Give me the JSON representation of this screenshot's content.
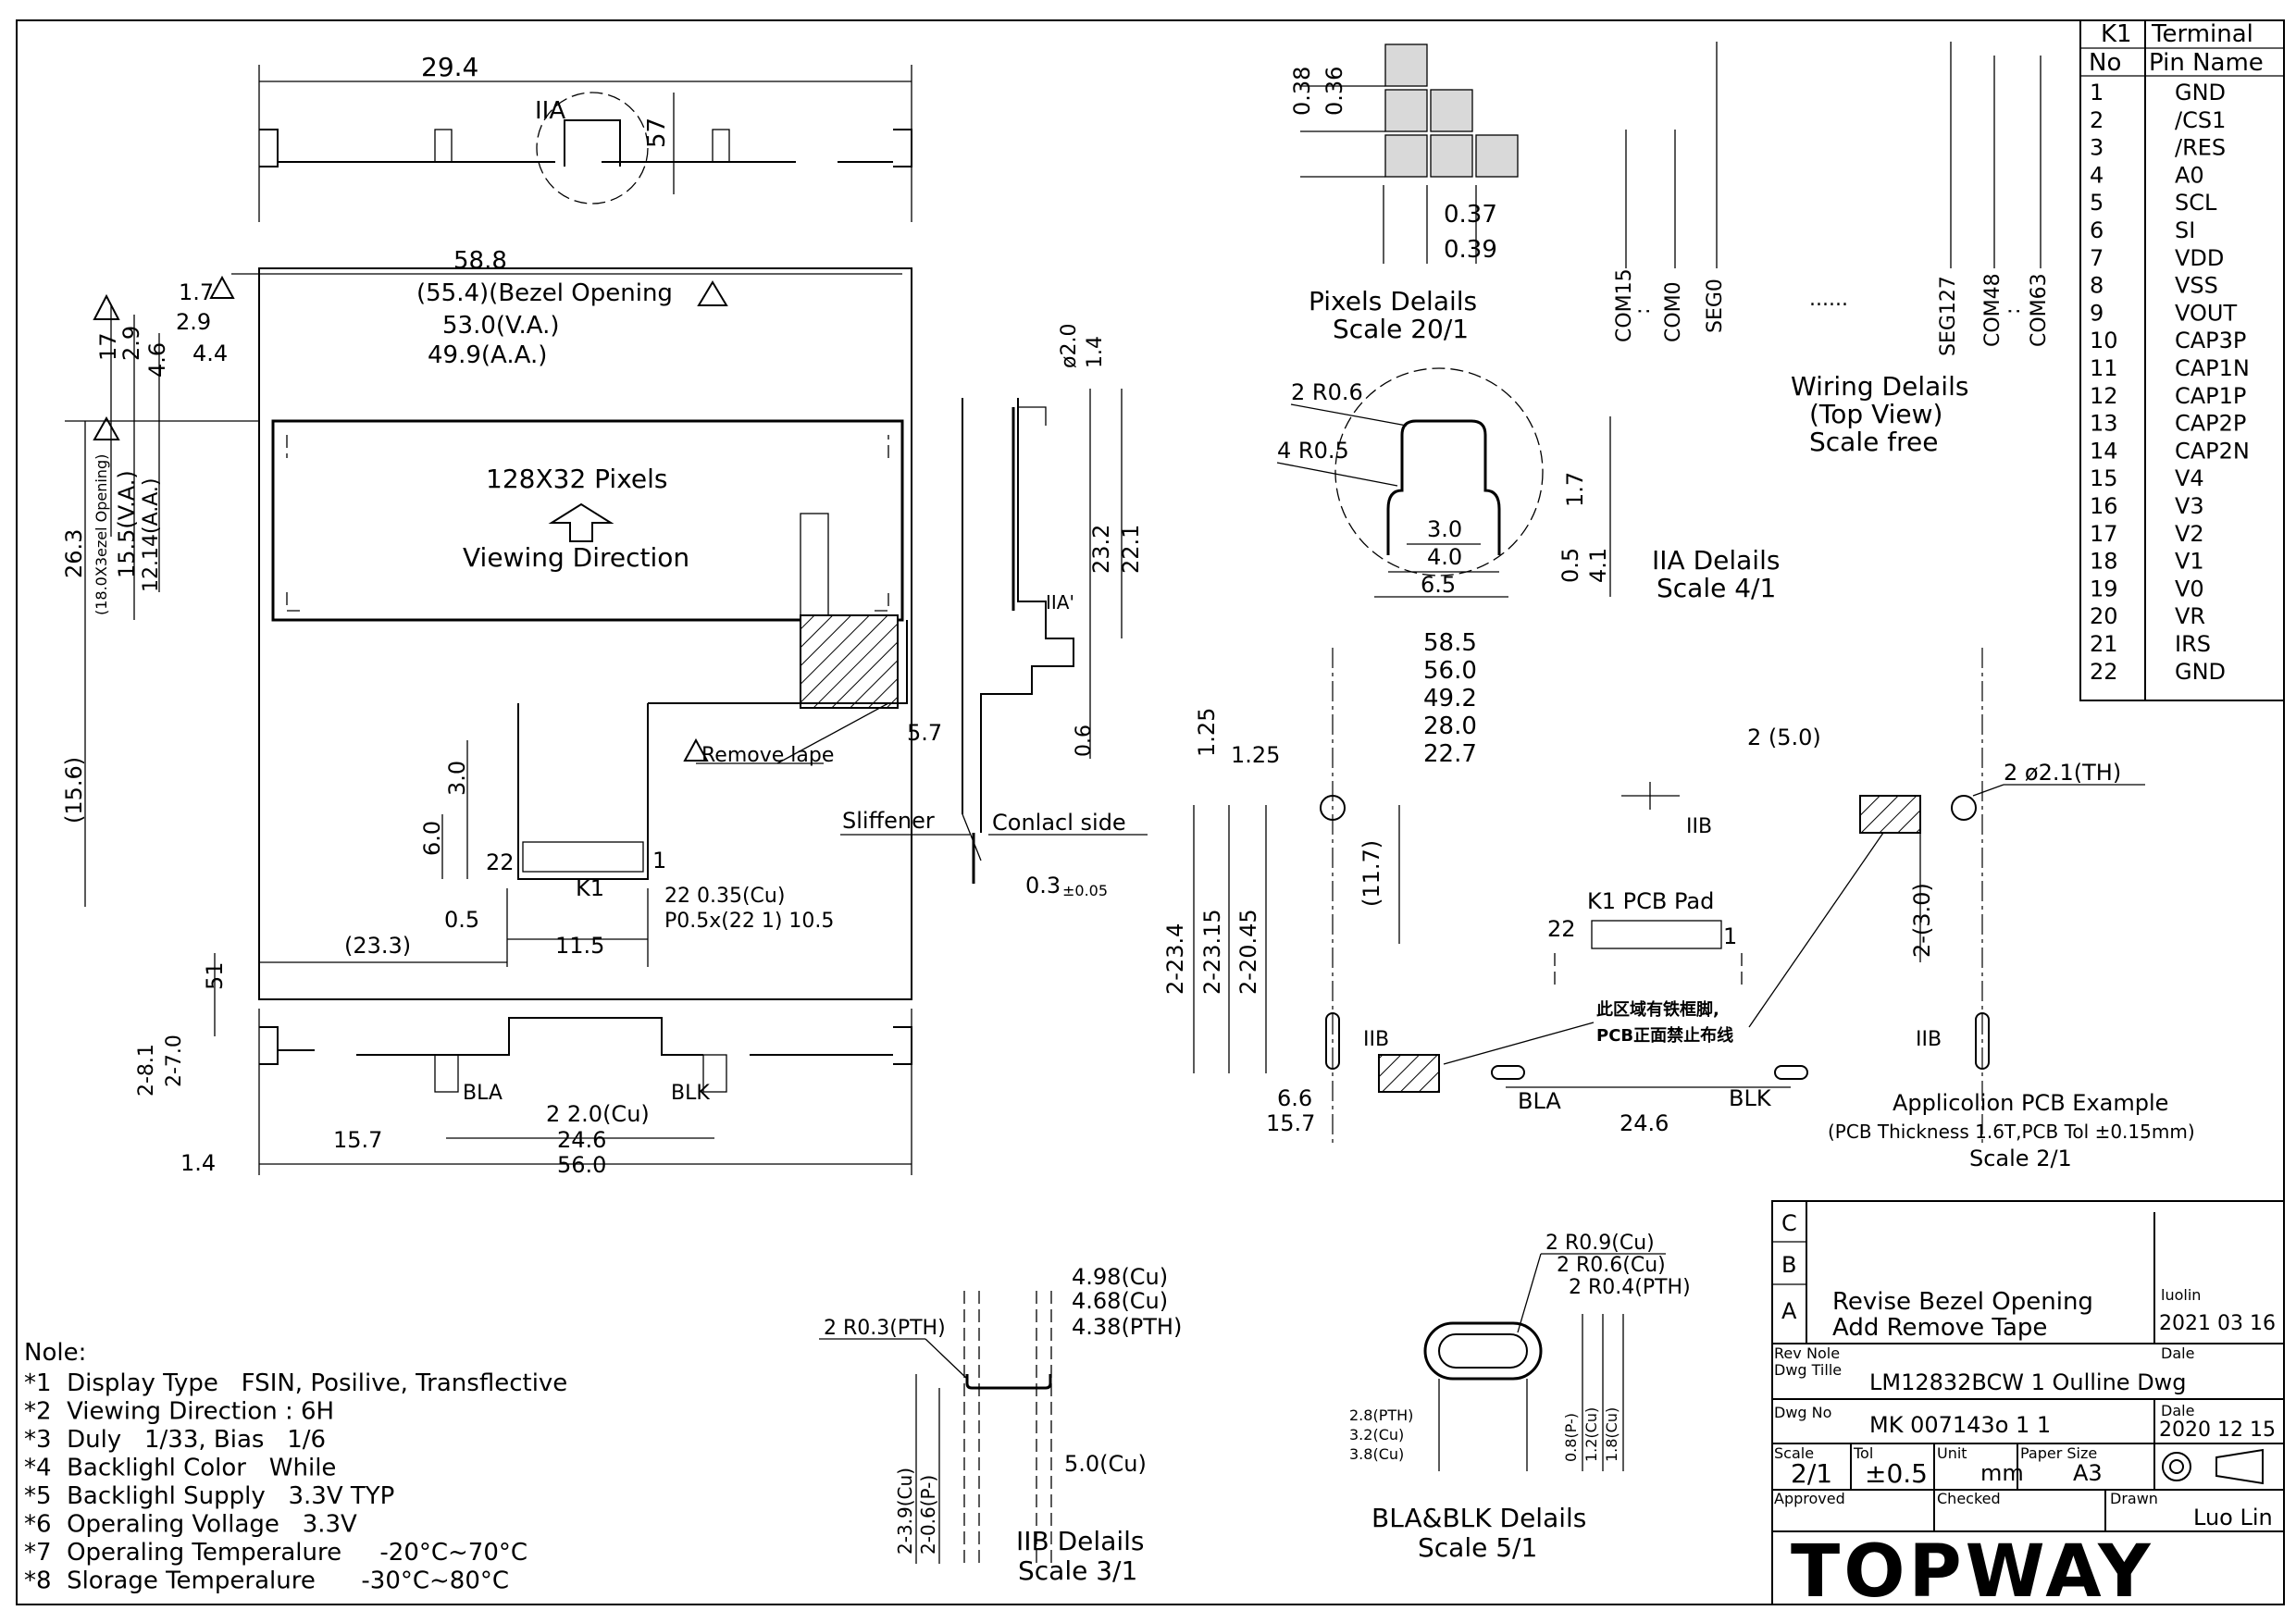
{
  "front_view": {
    "dim_top_width": "29.4",
    "dim_57": "57",
    "detail_a_tag": "IIA",
    "dim_outline_width": "58.8",
    "dim_bezel_opening": "(55.4)(Bezel Opening",
    "dim_va_width": "53.0(V.A.)",
    "dim_aa_width": "49.9(A.A.)",
    "dim_1_7": "1.7",
    "dim_2_9": "2.9",
    "dim_4_4": "4.4",
    "dim_left_17": "17",
    "dim_left_2_9": "2.9",
    "dim_left_4_6": "4.6",
    "dim_26_3": "26.3",
    "dim_18_bezel": "(18.0X3ezel Opening)",
    "dim_15_5": "15.5(V.A.)",
    "dim_12_14": "12.14(A.A.)",
    "dim_15_6": "(15.6)",
    "pixels_label": "128X32 Pixels",
    "viewing_direction": "Viewing Direction",
    "remove_tape": "Remove lape",
    "dim_3_0": "3.0",
    "dim_6_0": "6.0",
    "pin_22": "22",
    "pin_1": "1",
    "connector_label": "K1",
    "dim_0_5": "0.5",
    "dim_23_3": "(23.3)",
    "dim_11_5": "11.5",
    "dim_pins_cu": "22 0.35(Cu)",
    "dim_pitch": "P0.5x(22 1) 10.5",
    "dim_5_1": "51"
  },
  "side_view": {
    "dim_phi2": "ø2.0",
    "dim_1_4": "1.4",
    "dim_23_2": "23.2",
    "dim_22_1": "22.1",
    "detail_a2_tag": "IIA'",
    "dim_5_7": "5.7",
    "dim_0_6": "0.6",
    "stiffener": "Sliffener",
    "contact_side": "Conlacl side",
    "dim_thickness": "0.3",
    "dim_tol": "±0.05"
  },
  "bottom_view": {
    "dim_2_8": "2-8.1",
    "dim_2_7": "2-7.0",
    "dim_1_4": "1.4",
    "dim_15_7": "15.7",
    "bla": "BLA",
    "blk": "BLK",
    "dim_2_2": "2 2.0(Cu)",
    "dim_24_6": "24.6",
    "dim_56_0": "56.0"
  },
  "pixel_details": {
    "dim_0_38": "0.38",
    "dim_0_36": "0.36",
    "dim_0_37": "0.37",
    "dim_0_39": "0.39",
    "title": "Pixels Delails",
    "scale": "Scale 20/1"
  },
  "ia_details": {
    "r06": "2 R0.6",
    "r05": "4 R0.5",
    "dim_3_0": "3.0",
    "dim_4_0": "4.0",
    "dim_6_5": "6.5",
    "dim_1_7": "1.7",
    "dim_0_5": "0.5",
    "dim_4_1": "4.1",
    "title": "IIA Delails",
    "scale": "Scale 4/1"
  },
  "wiring": {
    "signals": [
      "COM15",
      ":",
      "COM0",
      "SEG0",
      "......",
      "SEG127",
      "COM48",
      ":",
      "COM63"
    ],
    "title": "Wiring Delails",
    "view": "(Top View)",
    "scale": "Scale free"
  },
  "pcb_example": {
    "dims_stack": [
      "58.5",
      "56.0",
      "49.2",
      "28.0",
      "22.7"
    ],
    "dim_1_25a": "1.25",
    "dim_1_25b": "1.25",
    "dim_2_23_4": "2-23.4",
    "dim_2_23_15": "2-23.15",
    "dim_2_20_45": "2-20.45",
    "dim_11_7": "(11.7)",
    "dim_6_6": "6.6",
    "dim_15_7": "15.7",
    "dim_24_6": "24.6",
    "tb_left": "IIB",
    "tb_right": "IIB",
    "tb_top": "IIB",
    "bla": "BLA",
    "blk": "BLK",
    "pad_label": "K1 PCB Pad",
    "pad_22": "22",
    "pad_1": "1",
    "dim_2_5": "2 (5.0)",
    "dim_2_phi": "2 ø2.1(TH)",
    "dim_2_3": "2-(3.0)",
    "cn_note1": "此区域有铁框脚,",
    "cn_note2": "PCB正面禁止布线",
    "title": "Applicolion PCB Example",
    "subtitle": "(PCB Thickness 1.6T,PCB Tol ±0.15mm)",
    "scale": "Scale 2/1"
  },
  "tb_details": {
    "r03": "2 R0.3(PTH)",
    "dim_4_98": "4.98(Cu)",
    "dim_4_68": "4.68(Cu)",
    "dim_4_38": "4.38(PTH)",
    "dim_5_0": "5.0(Cu)",
    "dim_2_39": "2-3.9(Cu)",
    "dim_2_06": "2-0.6(P-)",
    "title": "IIB Delails",
    "scale": "Scale 3/1"
  },
  "bla_blk_details": {
    "r09": "2 R0.9(Cu)",
    "r06": "2 R0.6(Cu)",
    "r04": "2 R0.4(PTH)",
    "dim_2_8": "2.8(PTH)",
    "dim_3_2": "3.2(Cu)",
    "dim_3_8": "3.8(Cu)",
    "dim_0_8": "0.8(P-)",
    "dim_1_2": "1.2(Cu)",
    "dim_1_8": "1.8(Cu)",
    "title": "BLA&BLK Delails",
    "scale": "Scale 5/1"
  },
  "notes": {
    "header": "Nole:",
    "items": [
      "*1  Display Type   FSIN, Posilive, Transflective",
      "*2  Viewing Direction : 6H",
      "*3  Duly   1/33, Bias   1/6",
      "*4  Backlighl Color   While",
      "*5  Backlighl Supply   3.3V TYP",
      "*6  Operaling Vollage   3.3V",
      "*7  Operaling Temperalure     -20°C~70°C",
      "*8  Slorage Temperalure      -30°C~80°C"
    ]
  },
  "pin_table": {
    "header_left": "K1",
    "header_right": "Terminal",
    "col_no": "No",
    "col_name": "Pin Name",
    "rows": [
      [
        "1",
        "GND"
      ],
      [
        "2",
        "/CS1"
      ],
      [
        "3",
        "/RES"
      ],
      [
        "4",
        "A0"
      ],
      [
        "5",
        "SCL"
      ],
      [
        "6",
        "SI"
      ],
      [
        "7",
        "VDD"
      ],
      [
        "8",
        "VSS"
      ],
      [
        "9",
        "VOUT"
      ],
      [
        "10",
        "CAP3P"
      ],
      [
        "11",
        "CAP1N"
      ],
      [
        "12",
        "CAP1P"
      ],
      [
        "13",
        "CAP2P"
      ],
      [
        "14",
        "CAP2N"
      ],
      [
        "15",
        "V4"
      ],
      [
        "16",
        "V3"
      ],
      [
        "17",
        "V2"
      ],
      [
        "18",
        "V1"
      ],
      [
        "19",
        "V0"
      ],
      [
        "20",
        "VR"
      ],
      [
        "21",
        "IRS"
      ],
      [
        "22",
        "GND"
      ]
    ]
  },
  "title_block": {
    "rev_c": "C",
    "rev_b": "B",
    "rev_a": "A",
    "revision_note_1": "Revise Bezel Opening",
    "revision_note_2": "Add Remove Tape",
    "revised_by": "luolin",
    "revised_date": "2021 03 16",
    "rev_label": "Rev",
    "note_label": "Nole",
    "date_label": "Dale",
    "dwg_title_label": "Dwg Tille",
    "dwg_title": "LM12832BCW 1 Oulline Dwg",
    "dwg_no_label": "Dwg No",
    "dwg_no": "MK 007143o 1 1",
    "date_label2": "Dale",
    "date": "2020 12 15",
    "scale_label": "Scale",
    "scale": "2/1",
    "tol_label": "Tol",
    "tol": "±0.5",
    "unit_label": "Unit",
    "unit": "mm",
    "paper_label": "Paper Size",
    "paper": "A3",
    "approved_label": "Approved",
    "checked_label": "Checked",
    "drawn_label": "Drawn",
    "drawn_by": "Luo Lin",
    "logo": "TOPWAY"
  }
}
